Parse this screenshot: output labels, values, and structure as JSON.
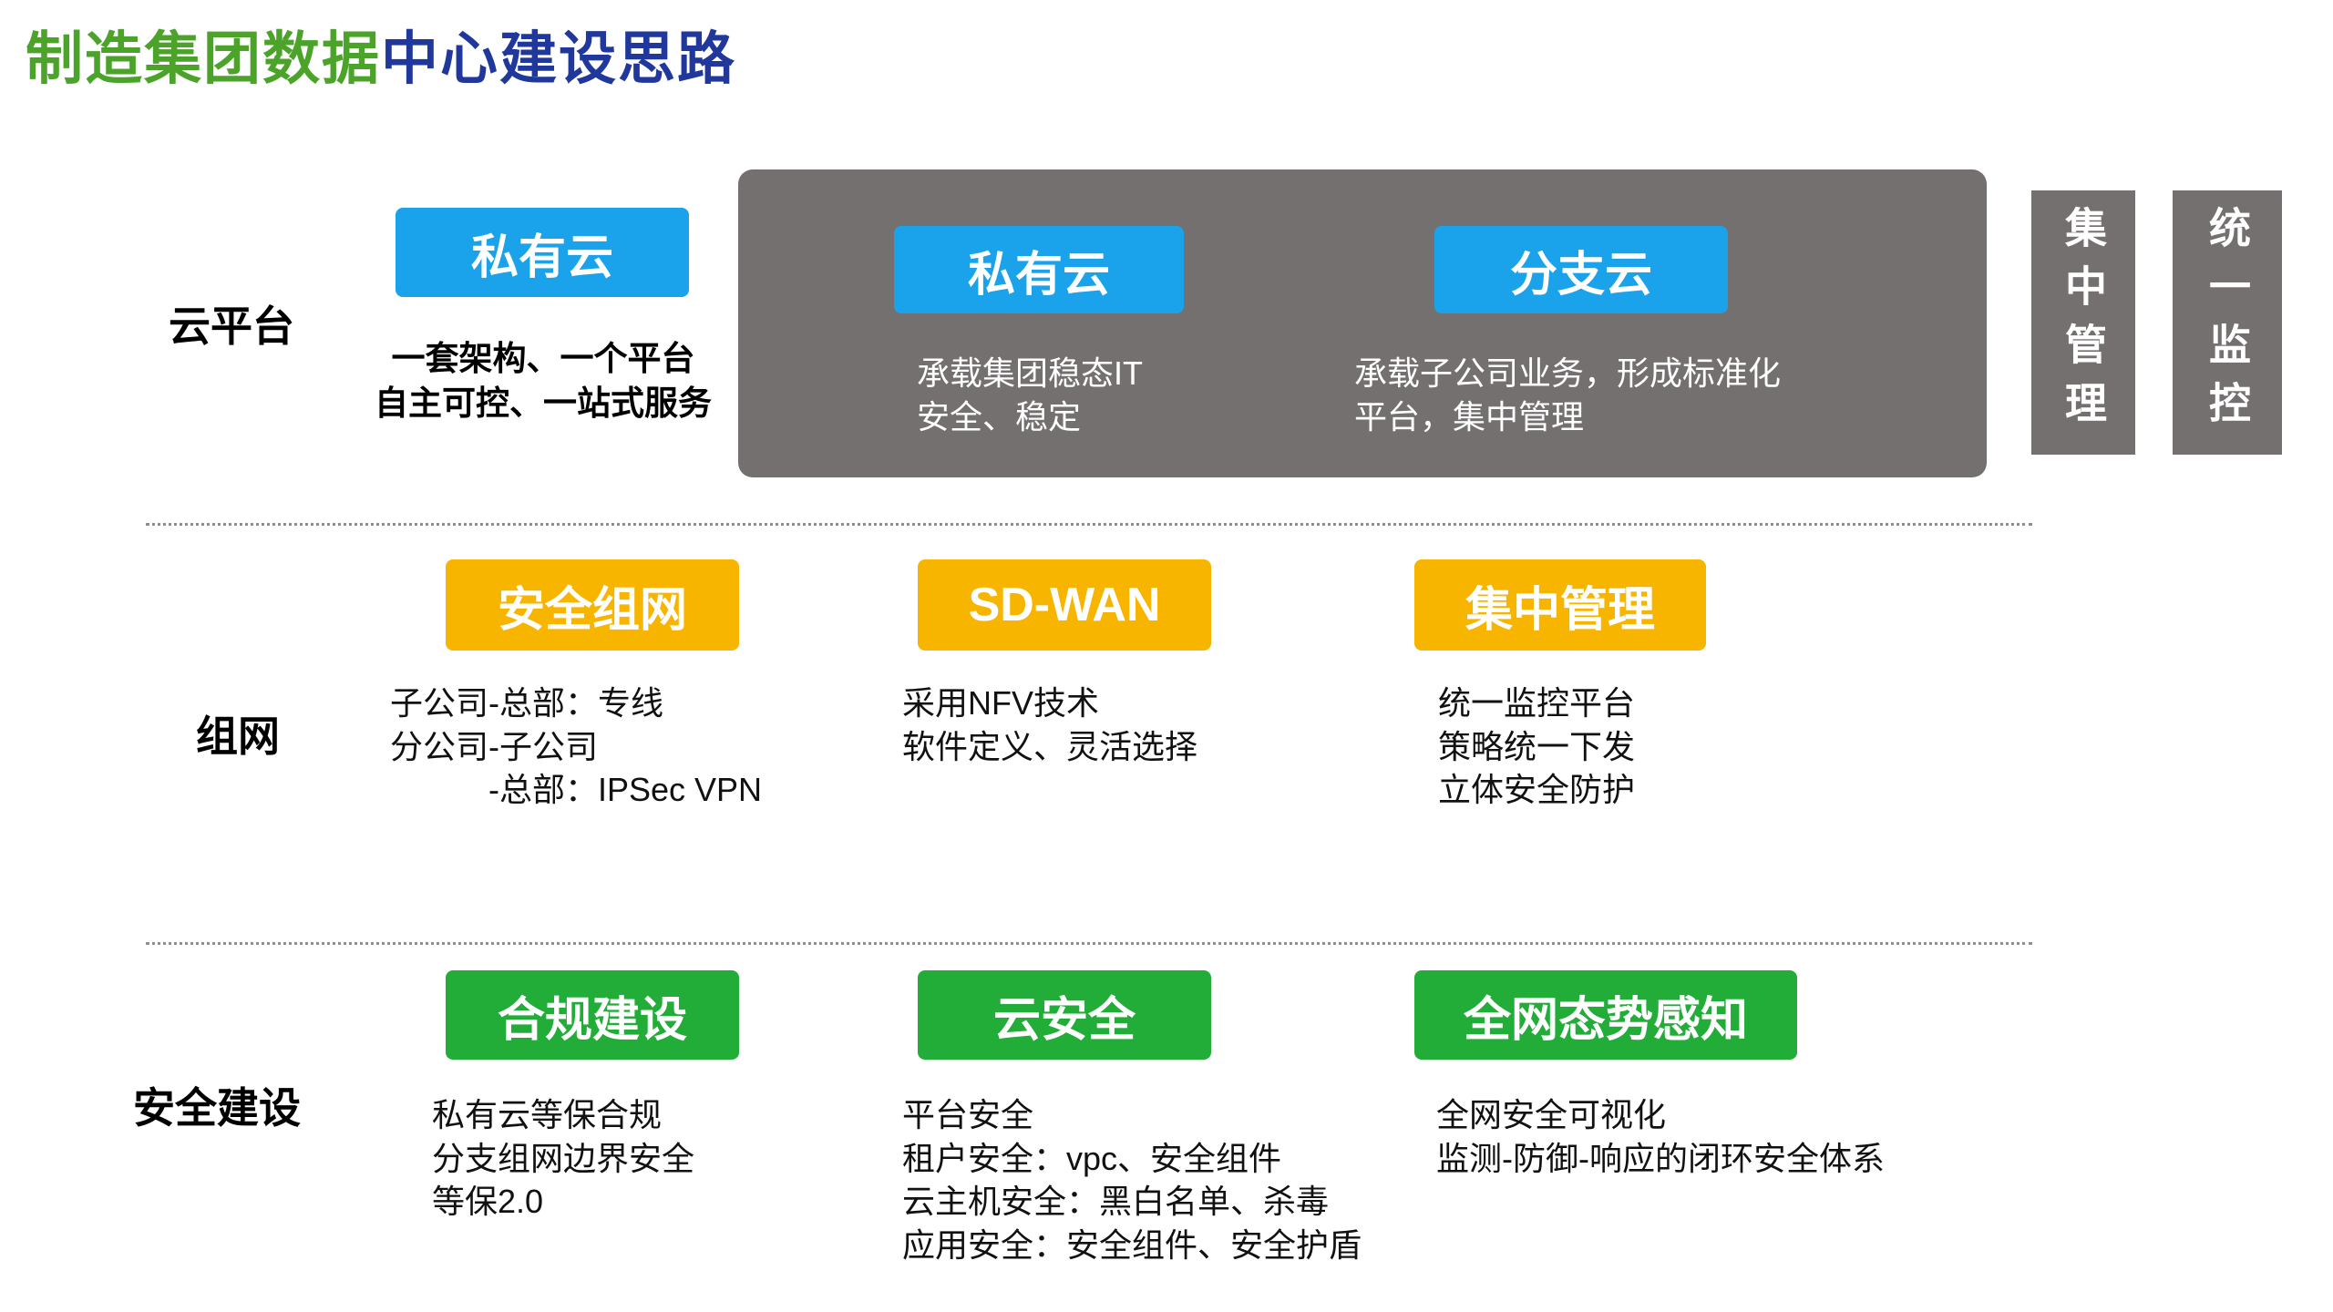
{
  "title": {
    "part1": "制造集团数据",
    "part2": "中心建设思路"
  },
  "colors": {
    "title_green": "#4BA32A",
    "title_blue": "#20389B",
    "blue": "#1AA3EA",
    "yellow": "#F7B500",
    "green": "#22AC38",
    "gray": "#757070"
  },
  "cloud": {
    "label": "云平台",
    "private_left": {
      "title": "私有云",
      "lines": [
        "一套架构、一个平台",
        "自主可控、一站式服务"
      ]
    },
    "group": {
      "private": {
        "title": "私有云",
        "lines": [
          "承载集团稳态IT",
          "安全、稳定"
        ]
      },
      "branch": {
        "title": "分支云",
        "lines": [
          "承载子公司业务，形成标准化",
          "平台，集中管理"
        ]
      }
    },
    "vertical": [
      "集中管理",
      "统一监控"
    ]
  },
  "network": {
    "label": "组网",
    "items": [
      {
        "title": "安全组网",
        "lines": [
          "子公司-总部：专线",
          "分公司-子公司",
          "　　　-总部：IPSec VPN"
        ]
      },
      {
        "title": "SD-WAN",
        "lines": [
          "采用NFV技术",
          "软件定义、灵活选择"
        ]
      },
      {
        "title": "集中管理",
        "lines": [
          "统一监控平台",
          "策略统一下发",
          "立体安全防护"
        ]
      }
    ]
  },
  "security": {
    "label": "安全建设",
    "items": [
      {
        "title": "合规建设",
        "lines": [
          "私有云等保合规",
          "分支组网边界安全",
          "等保2.0"
        ]
      },
      {
        "title": "云安全",
        "lines": [
          "平台安全",
          "租户安全：vpc、安全组件",
          "云主机安全：黑白名单、杀毒",
          "应用安全：安全组件、安全护盾"
        ]
      },
      {
        "title": "全网态势感知",
        "lines": [
          "全网安全可视化",
          "监测-防御-响应的闭环安全体系"
        ]
      }
    ]
  }
}
